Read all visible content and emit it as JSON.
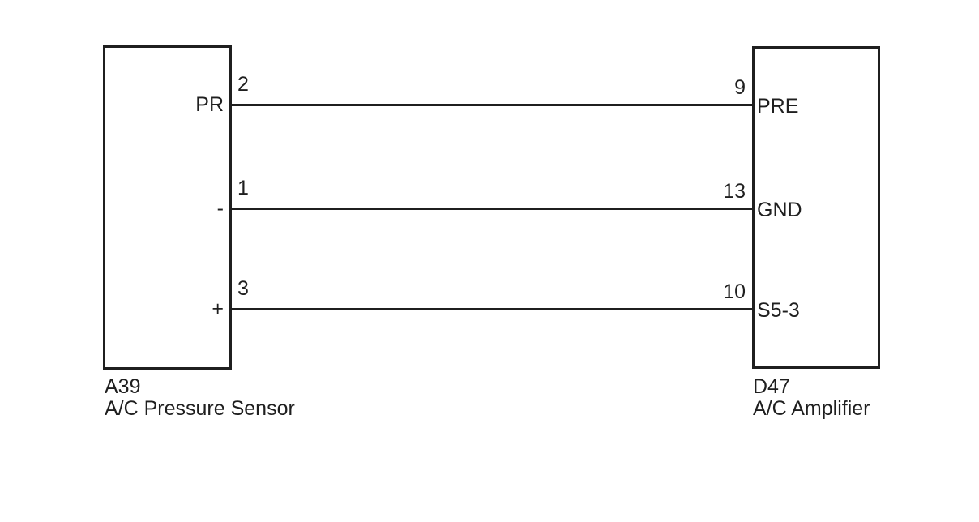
{
  "left_connector": {
    "code": "A39",
    "name": "A/C Pressure Sensor",
    "pins": [
      {
        "number": "2",
        "label": "PR"
      },
      {
        "number": "1",
        "label": "-"
      },
      {
        "number": "3",
        "label": "+"
      }
    ]
  },
  "right_connector": {
    "code": "D47",
    "name": "A/C Amplifier",
    "pins": [
      {
        "number": "9",
        "label": "PRE"
      },
      {
        "number": "13",
        "label": "GND"
      },
      {
        "number": "10",
        "label": "S5-3"
      }
    ]
  },
  "connections": [
    {
      "from_connector": "A39",
      "from_pin": "2",
      "to_connector": "D47",
      "to_pin": "9"
    },
    {
      "from_connector": "A39",
      "from_pin": "1",
      "to_connector": "D47",
      "to_pin": "13"
    },
    {
      "from_connector": "A39",
      "from_pin": "3",
      "to_connector": "D47",
      "to_pin": "10"
    }
  ],
  "colors": {
    "line": "#1f1f1f",
    "background": "#ffffff"
  }
}
